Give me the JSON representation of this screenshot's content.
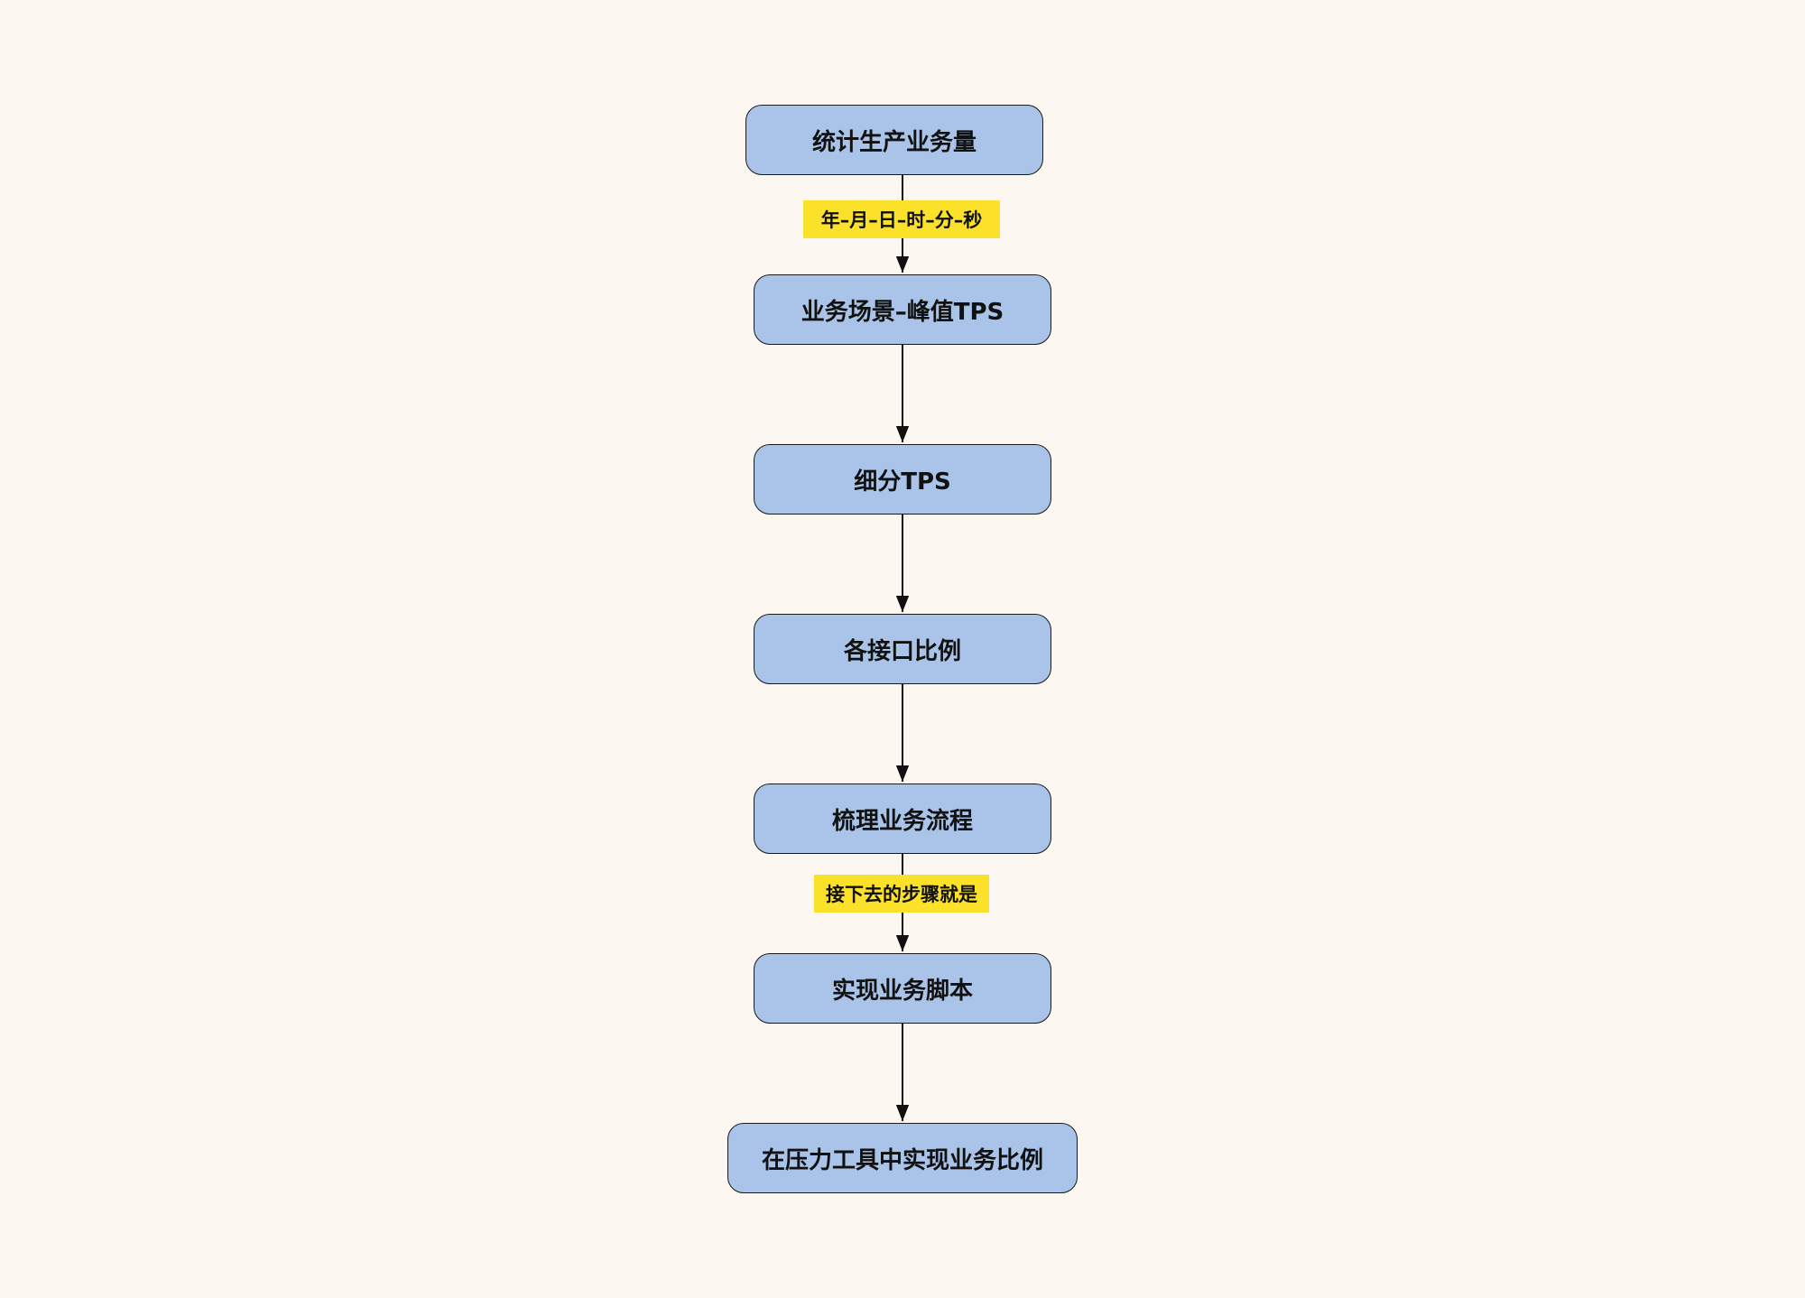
{
  "colors": {
    "background": "#fcf7f0",
    "node_fill": "#a9c4e8",
    "node_border": "#1a1a1a",
    "edge_label_fill": "#fbe12a",
    "arrow": "#111111"
  },
  "diagram": {
    "nodes": [
      {
        "id": "n1",
        "label": "统计生产业务量"
      },
      {
        "id": "n2",
        "label": "业务场景–峰值TPS"
      },
      {
        "id": "n3",
        "label": "细分TPS"
      },
      {
        "id": "n4",
        "label": "各接口比例"
      },
      {
        "id": "n5",
        "label": "梳理业务流程"
      },
      {
        "id": "n6",
        "label": "实现业务脚本"
      },
      {
        "id": "n7",
        "label": "在压力工具中实现业务比例"
      }
    ],
    "edges": [
      {
        "from": "n1",
        "to": "n2",
        "label": "年–月–日–时–分–秒"
      },
      {
        "from": "n2",
        "to": "n3",
        "label": ""
      },
      {
        "from": "n3",
        "to": "n4",
        "label": ""
      },
      {
        "from": "n4",
        "to": "n5",
        "label": ""
      },
      {
        "from": "n5",
        "to": "n6",
        "label": "接下去的步骤就是"
      },
      {
        "from": "n6",
        "to": "n7",
        "label": ""
      }
    ]
  }
}
